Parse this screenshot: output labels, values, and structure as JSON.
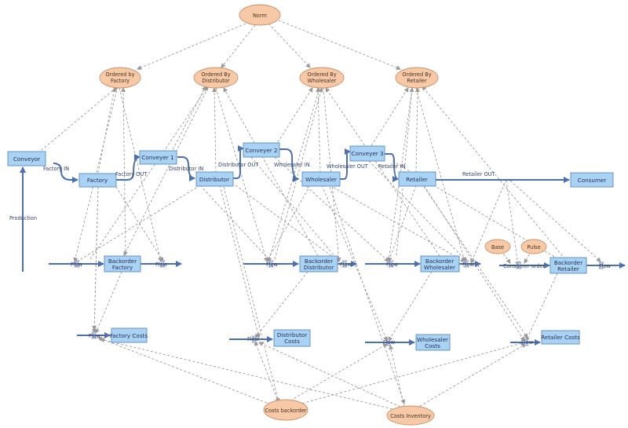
{
  "colors": {
    "stock_fill": "#a9d2f3",
    "stock_border": "#5a8cc6",
    "ellipse_fill": "#f8c9a6",
    "ellipse_border": "#c8926a",
    "flow_line": "#4d6fb0",
    "dashed_line": "#999999"
  },
  "stocks": {
    "conveyor": "Conveyor",
    "factory": "Factory",
    "conveyor1": "Conveyer 1",
    "distributor": "Distributor",
    "conveyor2": "Conveyer 2",
    "wholesaler": "Wholesaler",
    "conveyor3": "Conveyer 3",
    "retailer": "Retailer",
    "consumer": "Consumer",
    "backorder_factory": [
      "Backorder",
      "Factory"
    ],
    "backorder_distributor": [
      "Backorder",
      "Distributor"
    ],
    "backorder_wholesaler": [
      "Backorder",
      "Wholesaler"
    ],
    "backorder_retailer": [
      "Backorder",
      "Retailer"
    ],
    "factory_costs": "Factory Costs",
    "distributor_costs": [
      "Distributor",
      "Costs"
    ],
    "wholesaler_costs": [
      "Wholesaler",
      "Costs"
    ],
    "retailer_costs": "Retailer Costs"
  },
  "ellipses": {
    "norm": "Norm",
    "ordered_factory": [
      "Ordered by",
      "Factory"
    ],
    "ordered_distributor": [
      "Ordered By",
      "Distributor"
    ],
    "ordered_wholesaler": [
      "Ordered By",
      "Wholesaler"
    ],
    "ordered_retailer": [
      "Ordered By",
      "Retailer"
    ],
    "base": "Base",
    "pulse": "Pulse",
    "costs_backorder": "Costs backorder",
    "costs_inventory": "Costs Inventory"
  },
  "flows": {
    "production": "Production",
    "factory_in": "Factory IN",
    "factory_out": "Factory OUT",
    "distributor_in": "Distributor IN",
    "distributor_out": "Distributor OUT",
    "wholesaler_in": "Wholesaler IN",
    "wholesaler_out": "Wholesaler OUT",
    "retailer_in": "Retailer IN",
    "retailer_out": "Retailer OUT",
    "flow": "Flow",
    "consumer_order": "Consumer order"
  }
}
